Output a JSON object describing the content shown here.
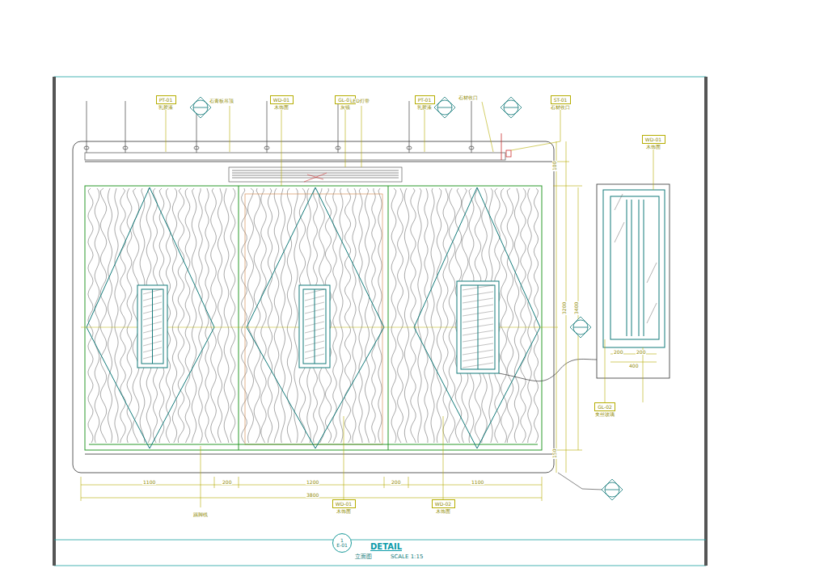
{
  "diagram": {
    "title": "DETAIL",
    "nodes": [
      {
        "text": [
          "PT-01",
          "乳胶漆"
        ]
      },
      {
        "text": [
          "WD-01",
          "木饰面"
        ]
      },
      {
        "text": [
          "GL-01",
          "灰镜"
        ]
      },
      {
        "text": [
          "PT-01",
          "乳胶漆"
        ]
      },
      {
        "text": [
          "ST-01",
          "石材收口"
        ]
      },
      {
        "text": [
          "WD-01",
          "木饰面"
        ]
      },
      {
        "text": [
          "GL-02",
          "夹丝玻璃"
        ]
      },
      {
        "text": [
          "WD-01",
          "木饰面"
        ]
      },
      {
        "text": [
          "WD-02",
          "木饰面"
        ]
      },
      {
        "text": [
          "1",
          "E-01"
        ]
      }
    ],
    "labels": [
      "石膏板吊顶",
      "LED灯带",
      "石材收口",
      "1100",
      "200",
      "1200",
      "200",
      "1100",
      "3800",
      "100",
      "3200",
      "150",
      "3400",
      "200",
      "200",
      "400",
      "踢脚线",
      "立面图",
      "SCALE 1:15"
    ]
  }
}
